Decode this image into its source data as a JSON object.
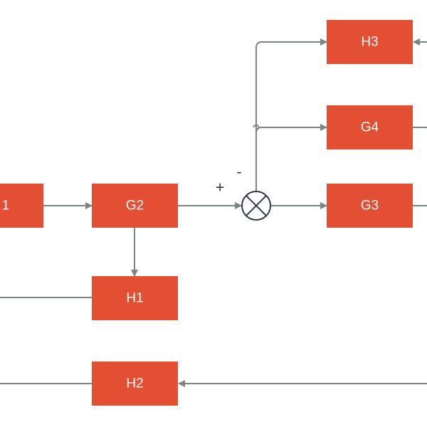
{
  "colors": {
    "block_fill": "#e34f33",
    "wire": "#7a8585",
    "junction": "#2d3a4a",
    "label_text": "#ffffff"
  },
  "blocks": {
    "g1": {
      "label": "1"
    },
    "g2": {
      "label": "G2"
    },
    "g3": {
      "label": "G3"
    },
    "g4": {
      "label": "G4"
    },
    "h1": {
      "label": "H1"
    },
    "h2": {
      "label": "H2"
    },
    "h3": {
      "label": "H3"
    }
  },
  "summing_junction": {
    "plus_sign": "+",
    "minus_sign": "-"
  }
}
